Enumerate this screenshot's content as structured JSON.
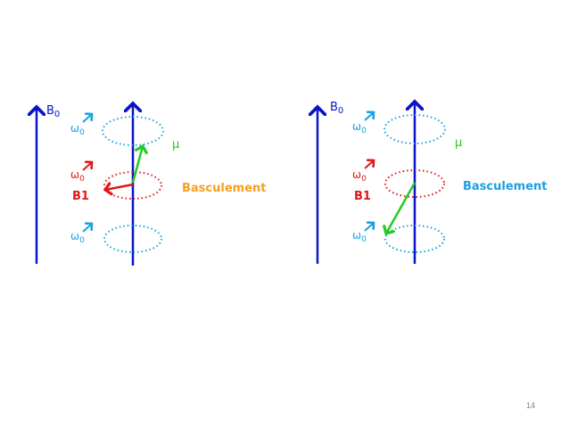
{
  "colors": {
    "axis": "#0a14c8",
    "omega_blue": "#1aa0e0",
    "omega_red": "#e01818",
    "mu": "#22cc22",
    "b1": "#e01818",
    "basculement_left": "#f5a020",
    "basculement_right": "#1aa0e0",
    "page_number": "#808080"
  },
  "panels": [
    {
      "b0_label": "B",
      "b0_subscript": "0",
      "omega_top": "ω",
      "omega_top_sub": "0",
      "omega_mid": "ω",
      "omega_mid_sub": "0",
      "omega_bottom": "ω",
      "omega_bottom_sub": "0",
      "mu_label": "µ",
      "b1_label": "B1",
      "basculement_label": "Basculement"
    },
    {
      "b0_label": "B",
      "b0_subscript": "0",
      "omega_top": "ω",
      "omega_top_sub": "0",
      "omega_mid": "ω",
      "omega_mid_sub": "0",
      "omega_bottom": "ω",
      "omega_bottom_sub": "0",
      "mu_label": "µ",
      "b1_label": "B1",
      "basculement_label": "Basculement"
    }
  ],
  "page_number": "14"
}
